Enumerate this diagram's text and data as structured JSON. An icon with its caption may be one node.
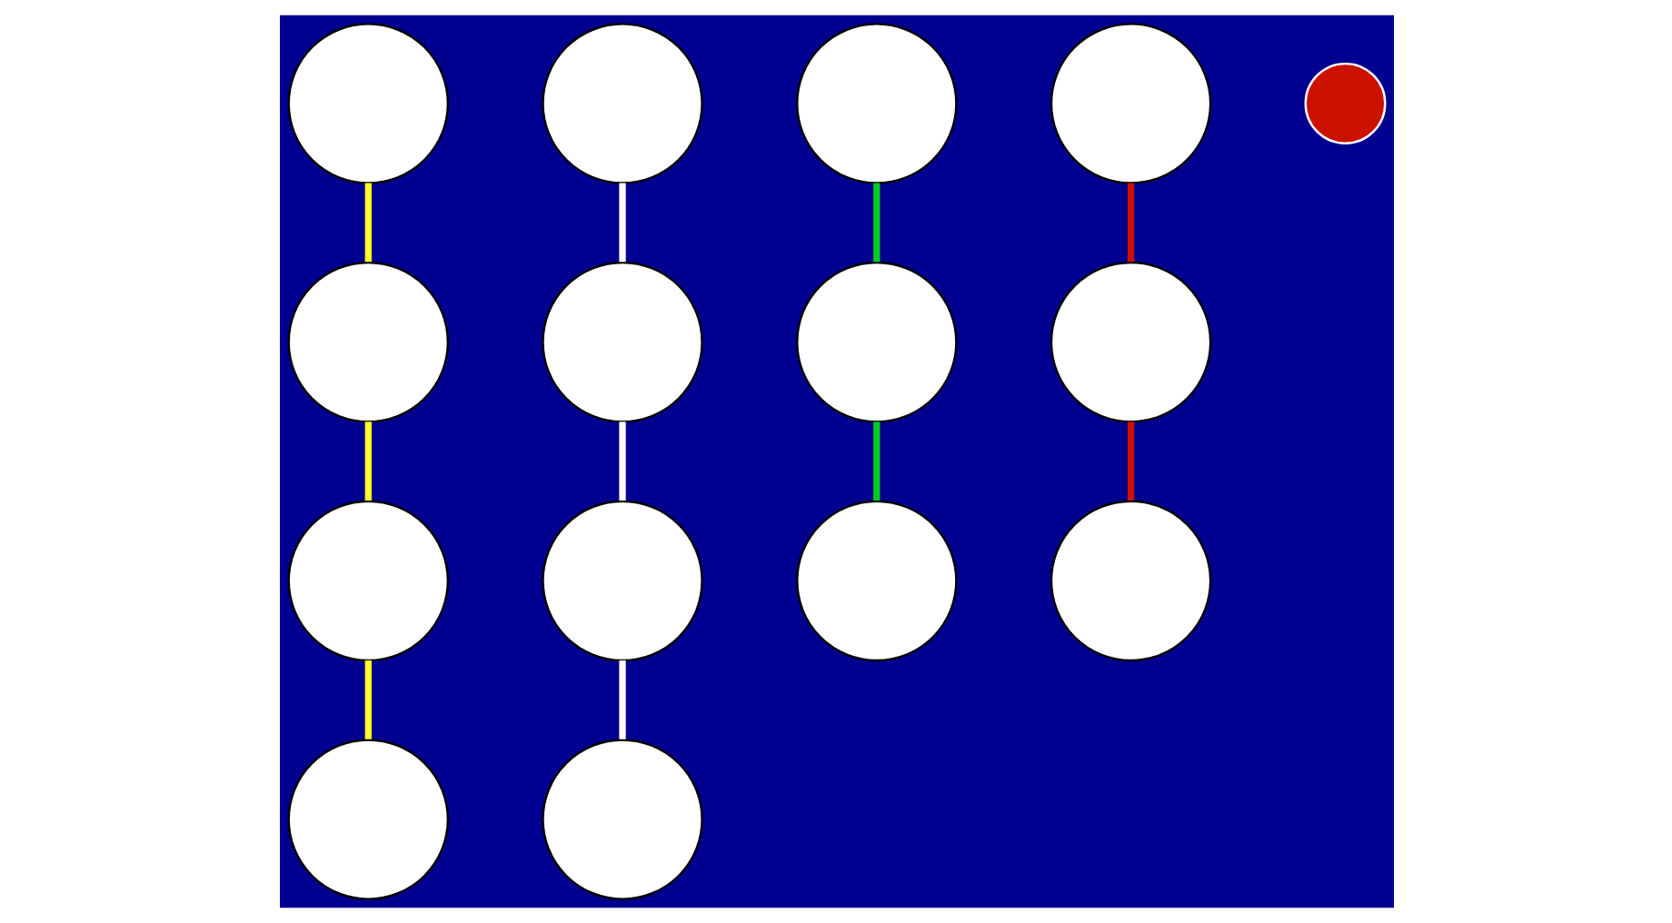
{
  "diagram": {
    "nodes": [
      {
        "text": [],
        "shape": "circle"
      },
      {
        "text": [],
        "shape": "circle"
      },
      {
        "text": [],
        "shape": "circle"
      },
      {
        "text": [],
        "shape": "circle"
      },
      {
        "text": [],
        "shape": "circle"
      },
      {
        "text": [],
        "shape": "circle"
      },
      {
        "text": [],
        "shape": "circle"
      },
      {
        "text": [],
        "shape": "circle"
      },
      {
        "text": [],
        "shape": "circle"
      },
      {
        "text": [],
        "shape": "circle"
      },
      {
        "text": [],
        "shape": "circle"
      },
      {
        "text": [],
        "shape": "circle"
      },
      {
        "text": [],
        "shape": "circle"
      },
      {
        "text": [],
        "shape": "circle"
      },
      {
        "text": [],
        "shape": "circle"
      }
    ],
    "edges": [
      {
        "from": 0,
        "to": 1,
        "arrow": "none",
        "color": "#ffff22"
      },
      {
        "from": 1,
        "to": 2,
        "arrow": "none",
        "color": "#ffff22"
      },
      {
        "from": 2,
        "to": 3,
        "arrow": "none",
        "color": "#ffff22"
      },
      {
        "from": 4,
        "to": 5,
        "arrow": "none",
        "color": "#ffffff"
      },
      {
        "from": 5,
        "to": 6,
        "arrow": "none",
        "color": "#ffffff"
      },
      {
        "from": 6,
        "to": 7,
        "arrow": "none",
        "color": "#ffffff"
      },
      {
        "from": 8,
        "to": 9,
        "arrow": "none",
        "color": "#00cc22"
      },
      {
        "from": 9,
        "to": 10,
        "arrow": "none",
        "color": "#00cc22"
      },
      {
        "from": 11,
        "to": 12,
        "arrow": "none",
        "color": "#cc1100"
      },
      {
        "from": 12,
        "to": 13,
        "arrow": "none",
        "color": "#cc1100"
      }
    ]
  }
}
